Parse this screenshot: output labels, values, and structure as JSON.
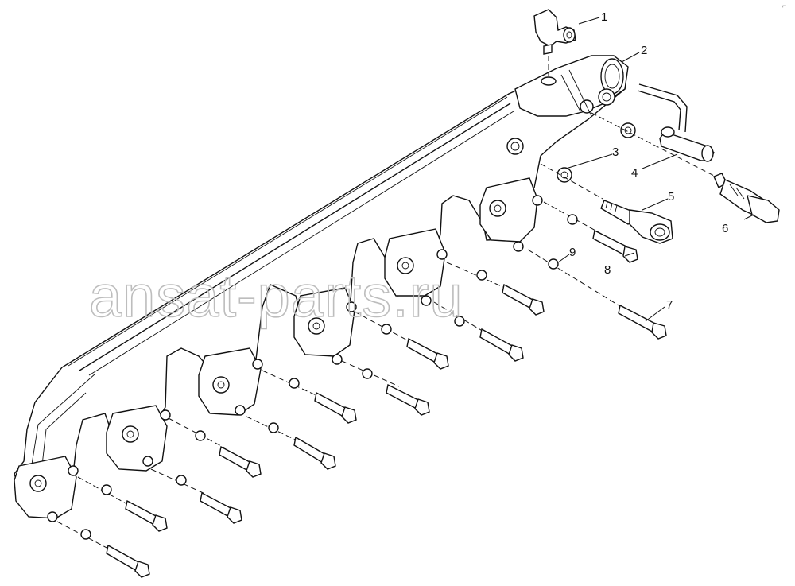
{
  "callouts": [
    {
      "id": "1",
      "label": "1"
    },
    {
      "id": "2",
      "label": "2"
    },
    {
      "id": "3",
      "label": "3"
    },
    {
      "id": "4",
      "label": "4"
    },
    {
      "id": "5",
      "label": "5"
    },
    {
      "id": "6",
      "label": "6"
    },
    {
      "id": "7",
      "label": "7"
    },
    {
      "id": "8",
      "label": "8"
    },
    {
      "id": "9",
      "label": "9"
    }
  ],
  "watermark": "ansat-parts.ru",
  "corner_mark": "⌐"
}
